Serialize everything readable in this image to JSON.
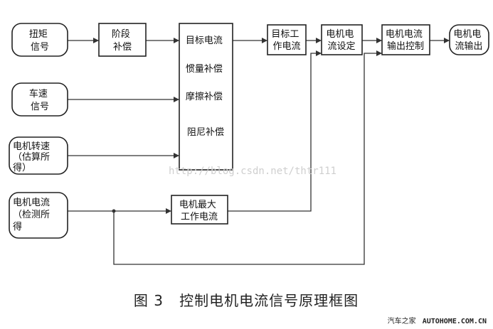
{
  "nodes": {
    "torque_signal": [
      "扭矩",
      "信号"
    ],
    "stage_compensation": [
      "阶段",
      "补偿"
    ],
    "vehicle_speed_signal": [
      "车速",
      "信号"
    ],
    "motor_speed_estimated": [
      "电机转速",
      "（估算所",
      "得）"
    ],
    "motor_current_measured": [
      "电机电流",
      "（检测所",
      "得"
    ],
    "compensation_block": [
      "目标电流",
      "惯量补偿",
      "摩擦补偿",
      "阻尼补偿"
    ],
    "target_working_current": [
      "目标工",
      "作电流"
    ],
    "motor_current_setting": [
      "电机电",
      "流设定"
    ],
    "motor_current_output_control": [
      "电机电流",
      "输出控制"
    ],
    "motor_current_output": [
      "电机电",
      "流输出"
    ],
    "max_working_current": [
      "电机最大",
      "工作电流"
    ]
  },
  "watermark": "http://blog.csdn.net/thtr111",
  "caption": "图 3   控制电机电流信号原理框图",
  "credit": {
    "text": "汽车之家",
    "brand": "AUTOHOME.COM.CN"
  }
}
